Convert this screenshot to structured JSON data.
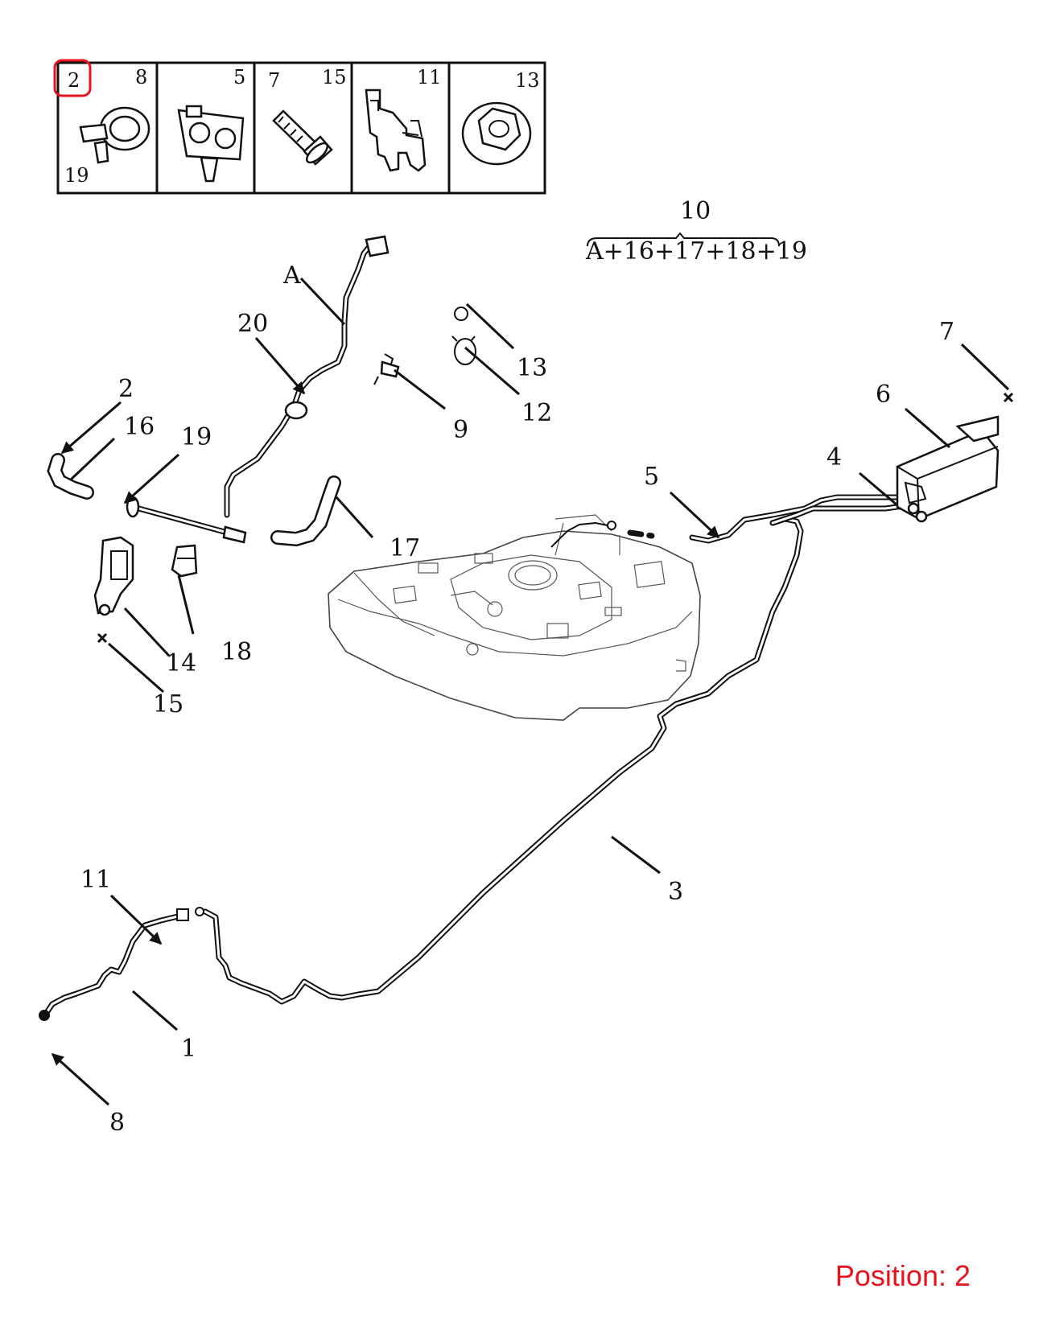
{
  "header_cells": [
    {
      "labels": [
        "2",
        "8",
        "19"
      ],
      "icon": "hose-clamp-icon"
    },
    {
      "labels": [
        "5"
      ],
      "icon": "pipe-clip-icon"
    },
    {
      "labels": [
        "7",
        "15"
      ],
      "icon": "bolt-icon"
    },
    {
      "labels": [
        "11"
      ],
      "icon": "bracket-clip-icon"
    },
    {
      "labels": [
        "13"
      ],
      "icon": "flange-nut-icon"
    }
  ],
  "selected_header_label": "2",
  "assembly": {
    "number": "10",
    "formula": "A+16+17+18+19"
  },
  "callouts": {
    "n1": "1",
    "n2": "2",
    "n3": "3",
    "n4": "4",
    "n5": "5",
    "n6": "6",
    "n7": "7",
    "n8": "8",
    "n9": "9",
    "n11": "11",
    "n12": "12",
    "n13": "13",
    "n14": "14",
    "n15": "15",
    "n16": "16",
    "n17": "17",
    "n18": "18",
    "n19": "19",
    "n20": "20",
    "nA": "A"
  },
  "highlight_color": "#e8131c",
  "position_label": "Position: 2"
}
